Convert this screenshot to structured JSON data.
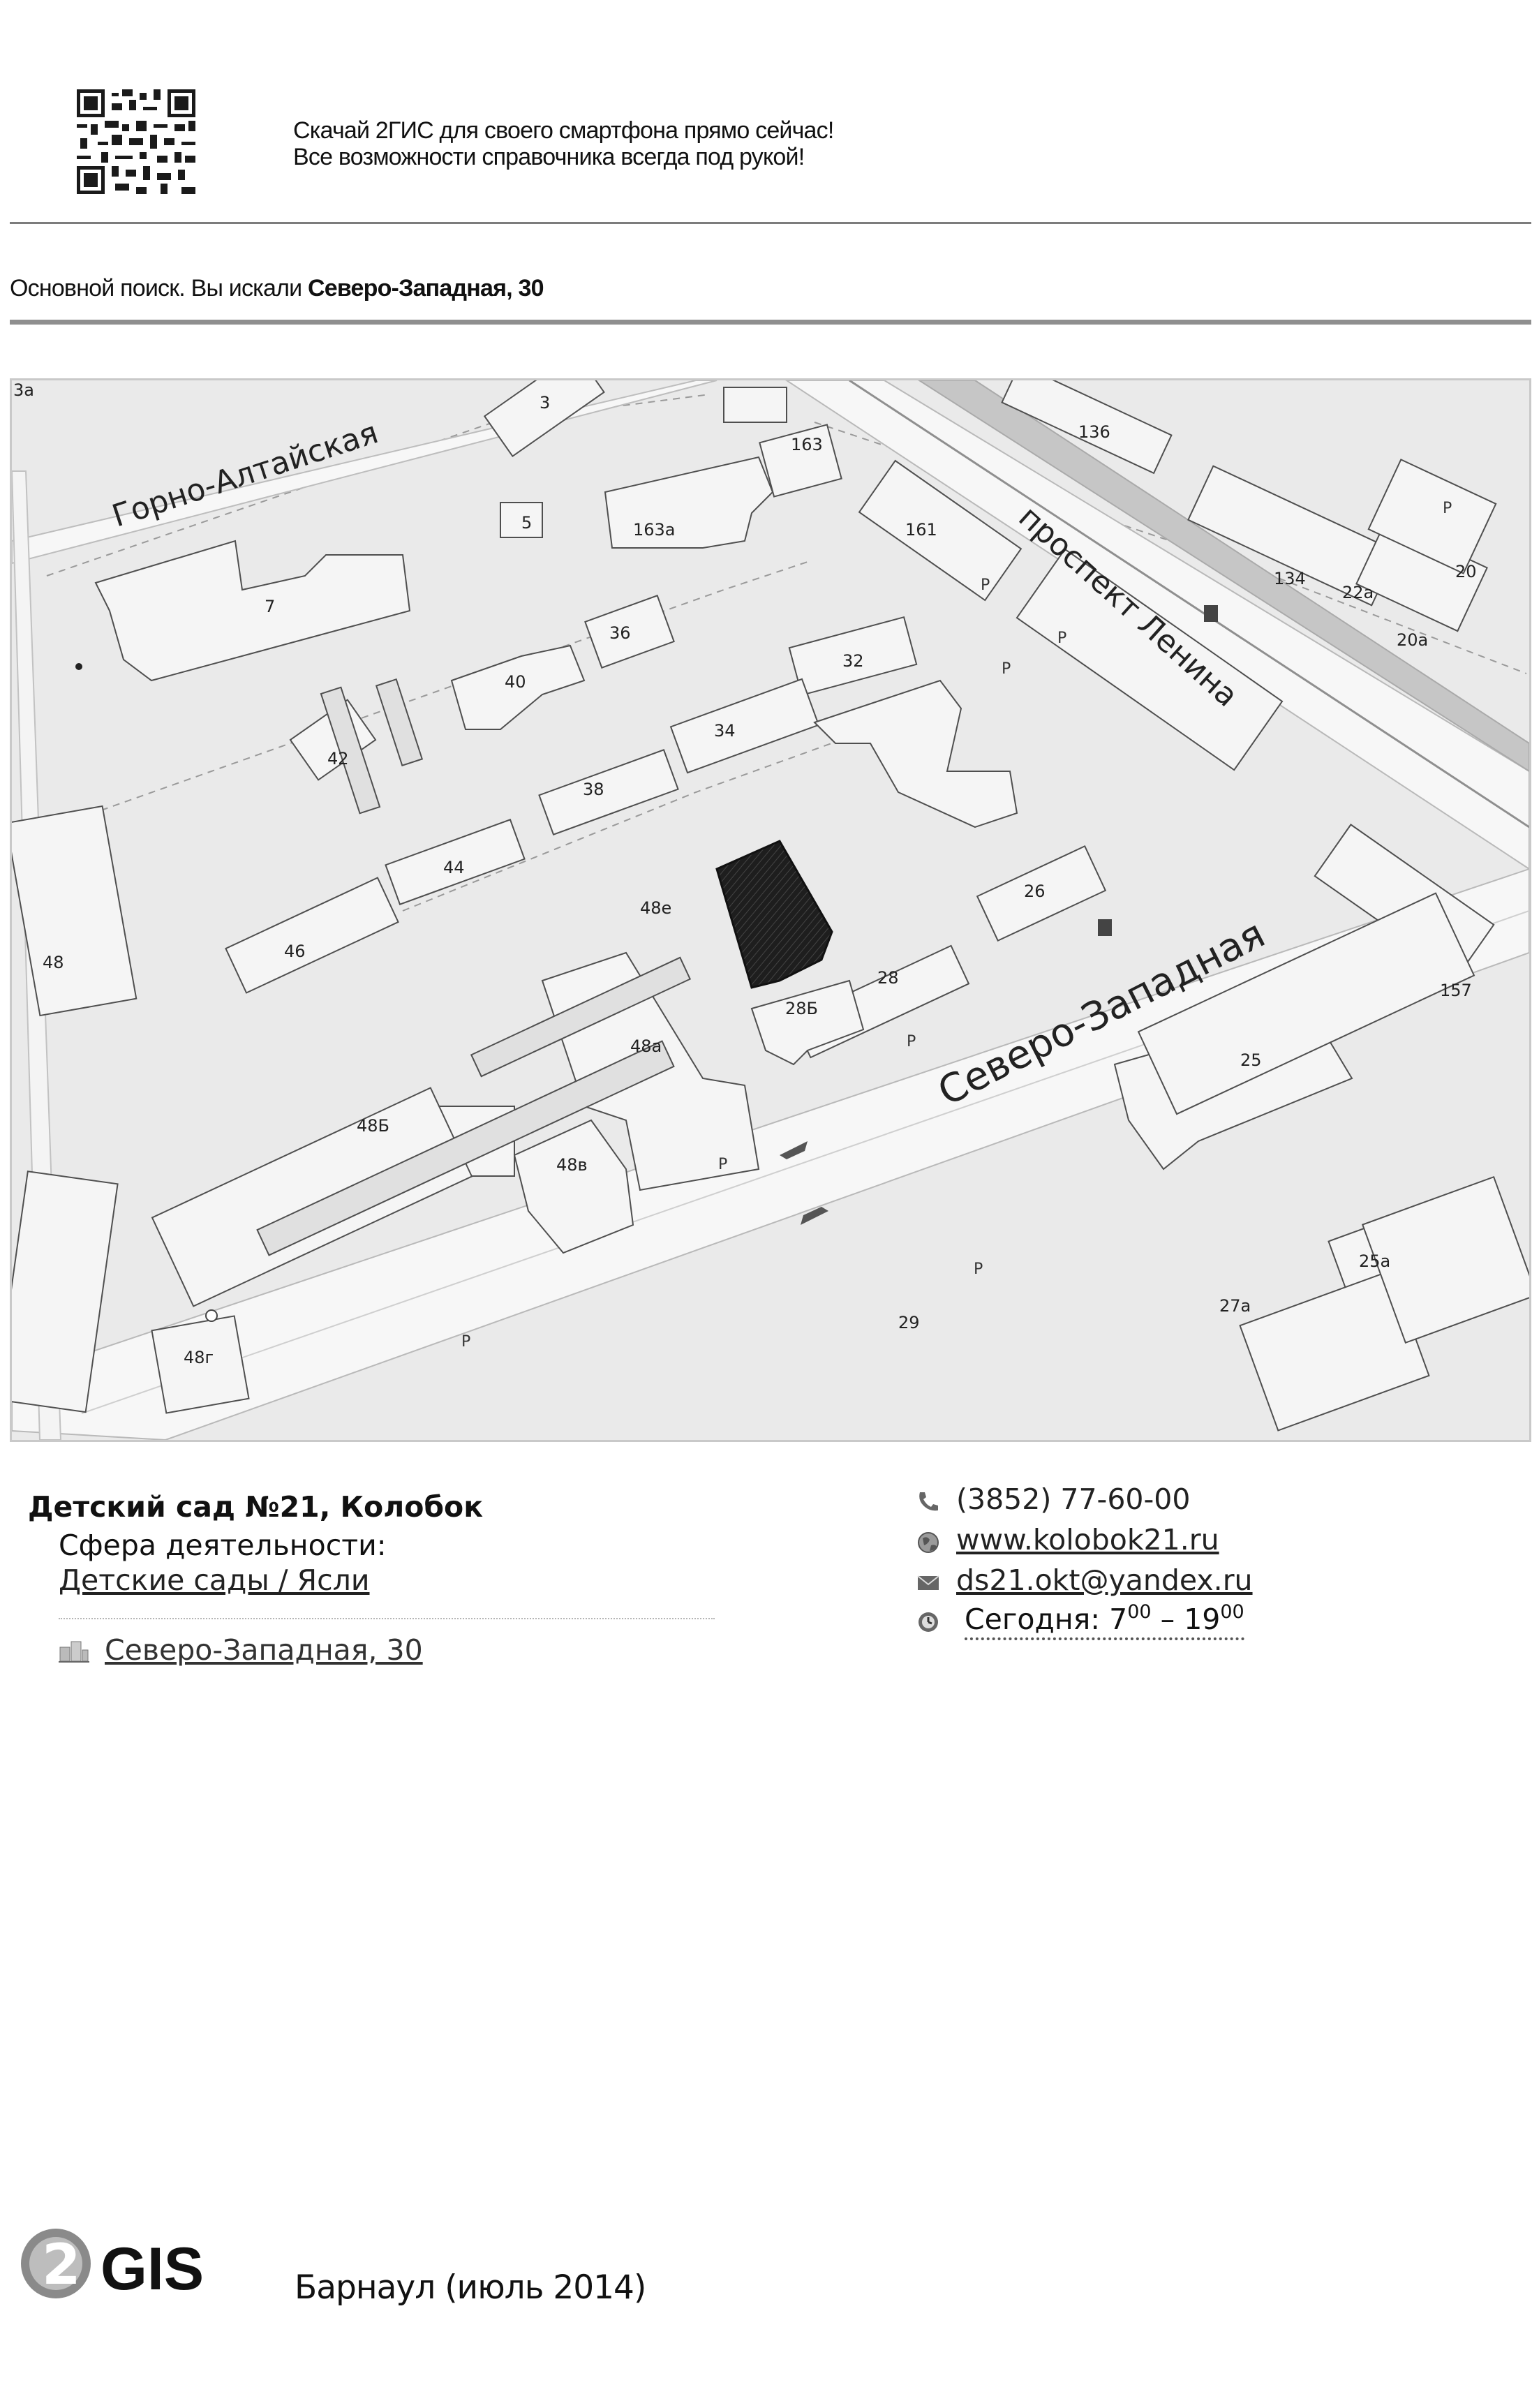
{
  "header": {
    "promo_line1": "Скачай 2ГИС для своего смартфона прямо сейчас!",
    "promo_line2": "Все возможности справочника всегда под рукой!"
  },
  "search": {
    "prefix": "Основной поиск. Вы искали",
    "query": "Северо-Западная, 30"
  },
  "map": {
    "streets": {
      "gorno": "Горно-Алтайская",
      "lenina": "проспект Ленина",
      "severo": "Северо-Западная"
    },
    "buildings": {
      "b3a": "3а",
      "b3": "3",
      "b136": "136",
      "b163": "163",
      "b5": "5",
      "b163a": "163а",
      "b161": "161",
      "b7": "7",
      "b36": "36",
      "b134": "134",
      "b22a": "22а",
      "b20": "20",
      "b20a": "20а",
      "b40": "40",
      "b32": "32",
      "b42": "42",
      "b34": "34",
      "b38": "38",
      "b44": "44",
      "b26": "26",
      "b48e": "48е",
      "b46": "46",
      "b48": "48",
      "b28": "28",
      "b28b": "28Б",
      "b157": "157",
      "b48a": "48а",
      "b25": "25",
      "b48b": "48Б",
      "b48v": "48в",
      "b25a": "25а",
      "b27a": "27а",
      "b29": "29",
      "b48g": "48г"
    }
  },
  "org": {
    "name": "Детский сад №21, Колобок",
    "sphere_label": "Сфера деятельности:",
    "rubric": "Детские сады / Ясли",
    "address": "Северо-Западная, 30"
  },
  "contacts": {
    "phone": "(3852) 77-60-00",
    "website": "www.kolobok21.ru",
    "email": "ds21.okt@yandex.ru",
    "hours_label": "Сегодня:",
    "hours_from": "7",
    "hours_from_min": "00",
    "hours_sep": " – ",
    "hours_to": "19",
    "hours_to_min": "00"
  },
  "footer": {
    "logo_text": "GIS",
    "logo_digit": "2",
    "city": "Барнаул (июль 2014)"
  }
}
